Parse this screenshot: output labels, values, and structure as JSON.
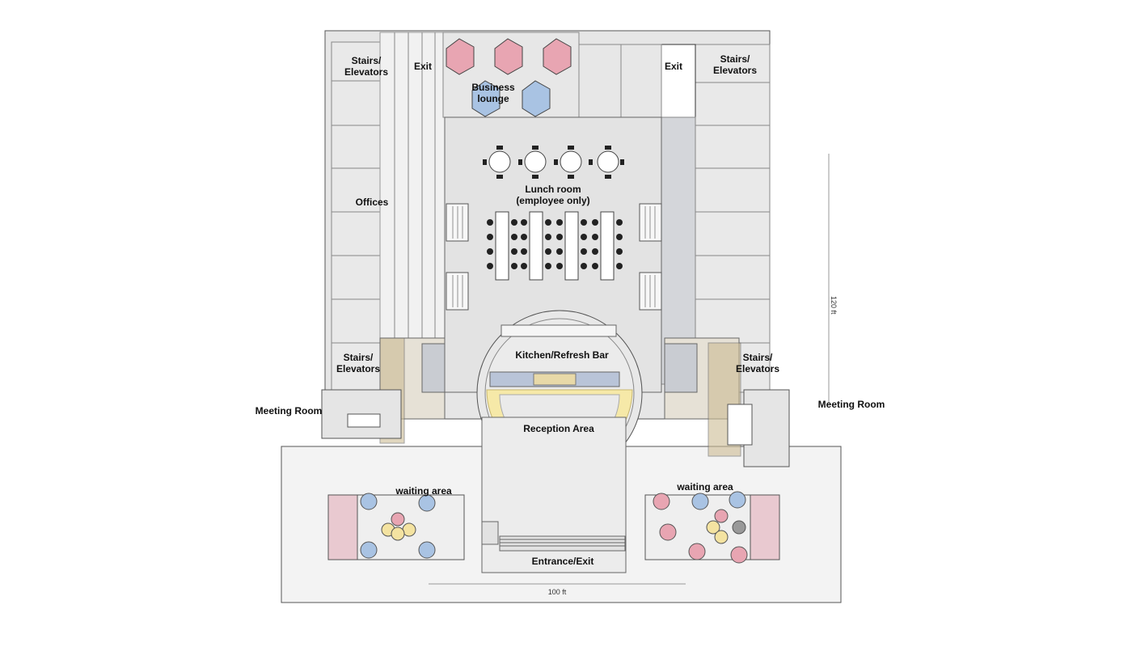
{
  "labels": {
    "stairs_top_left": "Stairs/\nElevators",
    "exit_top_left": "Exit",
    "business_lounge": "Business\nlounge",
    "exit_top_right": "Exit",
    "stairs_top_right": "Stairs/\nElevators",
    "offices": "Offices",
    "lunch_room": "Lunch room\n(employee only)",
    "kitchen": "Kitchen/Refresh Bar",
    "stairs_mid_left": "Stairs/\nElevators",
    "stairs_mid_right": "Stairs/\nElevators",
    "meeting_room_left": "Meeting Room",
    "meeting_room_right": "Meeting Room",
    "reception": "Reception Area",
    "waiting_left": "waiting area",
    "waiting_right": "waiting area",
    "entrance": "Entrance/Exit",
    "dim_width": "100 ft",
    "dim_height": "120 ft"
  },
  "colors": {
    "floor": "#eaeaea",
    "line": "#555555",
    "pink_seat": "#e8a5b2",
    "blue_seat": "#a9c3e3",
    "yellow_seat": "#f4e3a1",
    "glass_brown": "#c9b48c",
    "reception_ring": "#f6e9a8"
  }
}
